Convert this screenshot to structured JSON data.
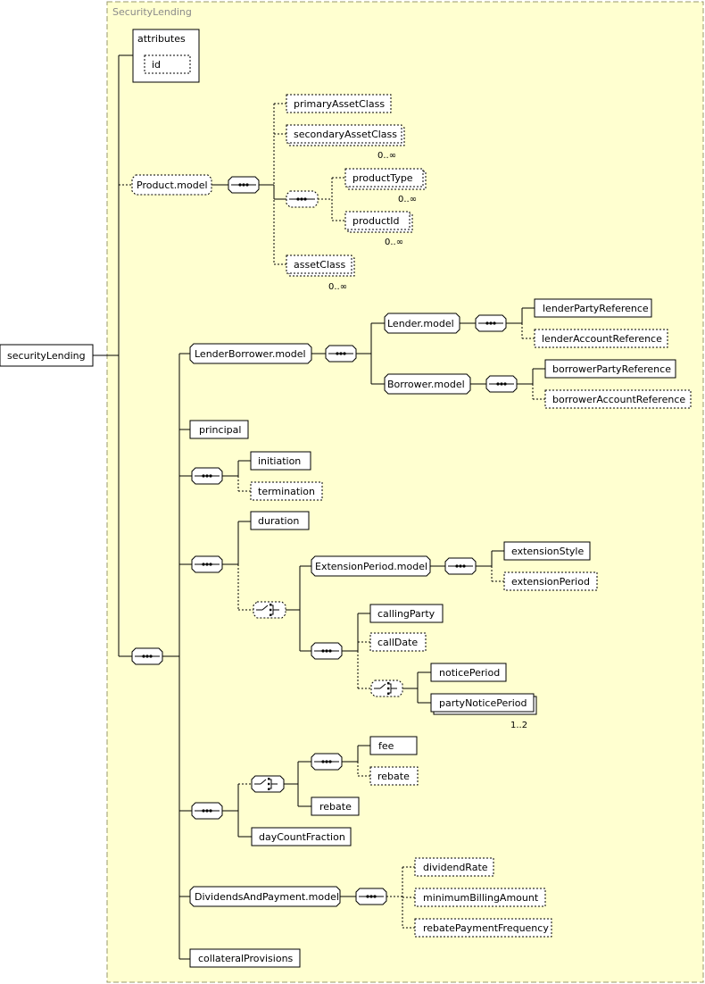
{
  "type_name": "SecurityLending",
  "root": {
    "label": "securityLending"
  },
  "attributes": {
    "label": "attributes",
    "id_label": "id"
  },
  "product": {
    "model_label": "Product.model",
    "primaryAssetClass": "primaryAssetClass",
    "secondaryAssetClass": "secondaryAssetClass",
    "secondaryAssetClass_card": "0..∞",
    "productType": "productType",
    "productType_card": "0..∞",
    "productId": "productId",
    "productId_card": "0..∞",
    "assetClass": "assetClass",
    "assetClass_card": "0..∞"
  },
  "lenderBorrower": {
    "model_label": "LenderBorrower.model",
    "lender_model": "Lender.model",
    "lenderPartyReference": "lenderPartyReference",
    "lenderAccountReference": "lenderAccountReference",
    "borrower_model": "Borrower.model",
    "borrowerPartyReference": "borrowerPartyReference",
    "borrowerAccountReference": "borrowerAccountReference"
  },
  "principal": "principal",
  "initiation": "initiation",
  "termination": "termination",
  "duration": "duration",
  "extension": {
    "model_label": "ExtensionPeriod.model",
    "extensionStyle": "extensionStyle",
    "extensionPeriod": "extensionPeriod",
    "callingParty": "callingParty",
    "callDate": "callDate",
    "noticePeriod": "noticePeriod",
    "partyNoticePeriod": "partyNoticePeriod",
    "partyNoticePeriod_card": "1..2"
  },
  "fees": {
    "fee": "fee",
    "rebate_optional": "rebate",
    "rebate": "rebate"
  },
  "dayCountFraction": "dayCountFraction",
  "dividends": {
    "model_label": "DividendsAndPayment.model",
    "dividendRate": "dividendRate",
    "minimumBillingAmount": "minimumBillingAmount",
    "rebatePaymentFrequency": "rebatePaymentFrequency"
  },
  "collateralProvisions": "collateralProvisions",
  "colors": {
    "type_background": "#ffffd0",
    "border": "#000000",
    "title_text": "#8a8a8a"
  }
}
